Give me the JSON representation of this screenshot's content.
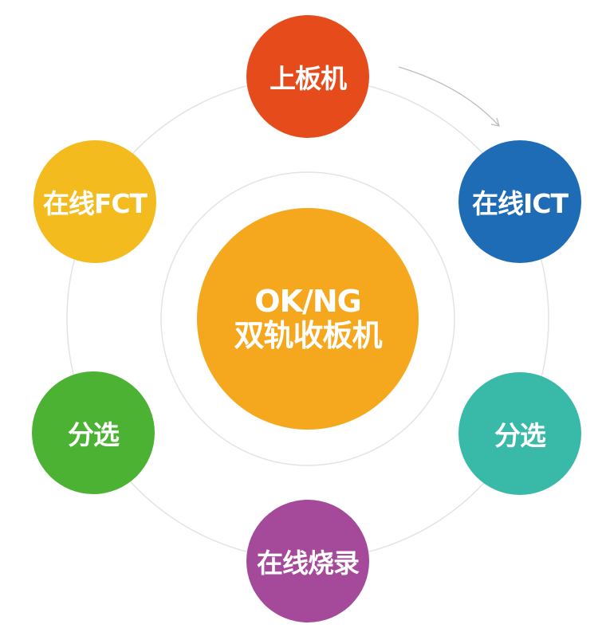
{
  "diagram": {
    "center": {
      "line1": "OK/NG",
      "line2": "双轨收板机",
      "color": "#F5A81E"
    },
    "nodes": [
      {
        "id": "top",
        "label": "上板机",
        "color": "#E64B1C"
      },
      {
        "id": "upper-right",
        "label": "在线ICT",
        "color": "#1E6CB6"
      },
      {
        "id": "lower-right",
        "label": "分选",
        "color": "#39B9A8"
      },
      {
        "id": "bottom",
        "label": "在线烧录",
        "color": "#A54A9A"
      },
      {
        "id": "lower-left",
        "label": "分选",
        "color": "#4BB234"
      },
      {
        "id": "upper-left",
        "label": "在线FCT",
        "color": "#F4BB1E"
      }
    ],
    "ring_color": "#E3E3E3",
    "arrow_color": "#BDBDBD"
  }
}
